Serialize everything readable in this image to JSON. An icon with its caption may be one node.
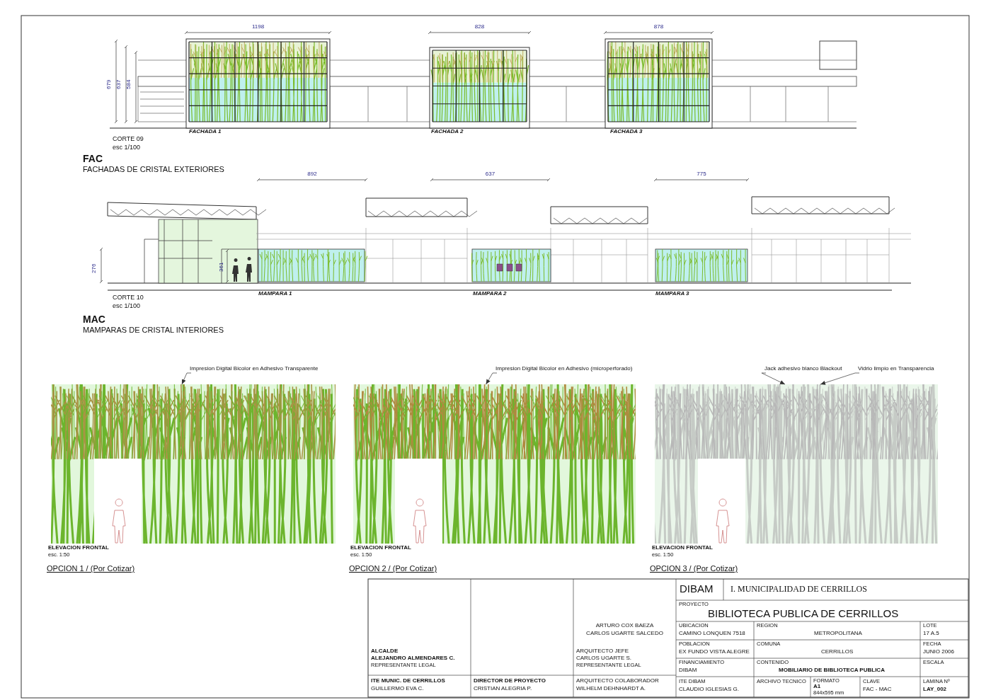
{
  "diagram": {
    "nodes": [
      {
        "text": [
          "Impresion Digital Bicolor en Adhesivo Transparente"
        ]
      },
      {
        "text": [],
        "shape": "picture",
        "beside": [
          "ELEVACION FRONTAL",
          "esc. 1:50"
        ]
      },
      {
        "text": [
          "Impresion Digital Bicolor en Adhesivo (microperforado)"
        ]
      },
      {
        "text": [],
        "shape": "picture",
        "beside": [
          "ELEVACION FRONTAL",
          "esc. 1:50"
        ]
      },
      {
        "text": [
          "Jack adhesivo blanco Blackout"
        ]
      },
      {
        "text": [
          "Vidrio limpio en Transparencia"
        ]
      },
      {
        "text": [],
        "shape": "picture",
        "beside": [
          "ELEVACION FRONTAL",
          "esc. 1:50"
        ]
      }
    ],
    "edges": [
      {
        "from": 0,
        "to": 1,
        "arrow": "to"
      },
      {
        "from": 2,
        "to": 3,
        "arrow": "to"
      },
      {
        "from": 4,
        "to": 6,
        "arrow": "to"
      },
      {
        "from": 5,
        "to": 6,
        "arrow": "to"
      }
    ],
    "labels": [
      "1198",
      "828",
      "878",
      "679",
      "637",
      "584",
      "FACHADA 1",
      "FACHADA 2",
      "FACHADA 3",
      "CORTE 09",
      "esc 1/100",
      "FAC",
      "FACHADAS DE CRISTAL EXTERIORES",
      "892",
      "637",
      "775",
      "276",
      "361",
      "MAMPARA 1",
      "MAMPARA 2",
      "MAMPARA 3",
      "CORTE 10",
      "esc 1/100",
      "MAC",
      "MAMPARAS DE CRISTAL INTERIORES",
      "OPCION 1   /   (Por Cotizar)",
      "OPCION 2   /   (Por Cotizar)",
      "OPCION 3   /   (Por Cotizar)",
      "ALCALDE",
      "ALEJANDRO ALMENDARES C.",
      "REPRESENTANTE LEGAL",
      "ITE MUNIC. DE CERRILLOS",
      "GUILLERMO EVA C.",
      "DIRECTOR DE PROYECTO",
      "CRISTIAN ALEGRIA P.",
      "ARTURO COX BAEZA",
      "CARLOS UGARTE SALCEDO",
      "ARQUITECTO JEFE",
      "CARLOS UGARTE S.",
      "REPRESENTANTE LEGAL",
      "ARQUITECTO COLABORADOR",
      "WILHELM DEHNHARDT A.",
      "DIBAM",
      "I. MUNICIPALIDAD DE CERRILLOS",
      "PROYECTO",
      "BIBLIOTECA PUBLICA DE CERRILLOS",
      "UBICACION",
      "CAMINO LONQUEN 7518",
      "REGION",
      "METROPOLITANA",
      "LOTE",
      "17 A.5",
      "POBLACION",
      "EX FUNDO VISTA ALEGRE",
      "COMUNA",
      "CERRILLOS",
      "FECHA",
      "JUNIO 2006",
      "FINANCIAMIENTO",
      "DIBAM",
      "CONTENIDO",
      "MOBILIARIO DE BIBLIOTECA PUBLICA",
      "ESCALA",
      "ITE DIBAM",
      "CLAUDIO IGLESIAS G.",
      "ARCHIVO TECNICO",
      "FORMATO",
      "A1",
      "844x595 mm",
      "CLAVE",
      "FAC - MAC",
      "LAMINA Nº",
      "LAY_002"
    ]
  }
}
